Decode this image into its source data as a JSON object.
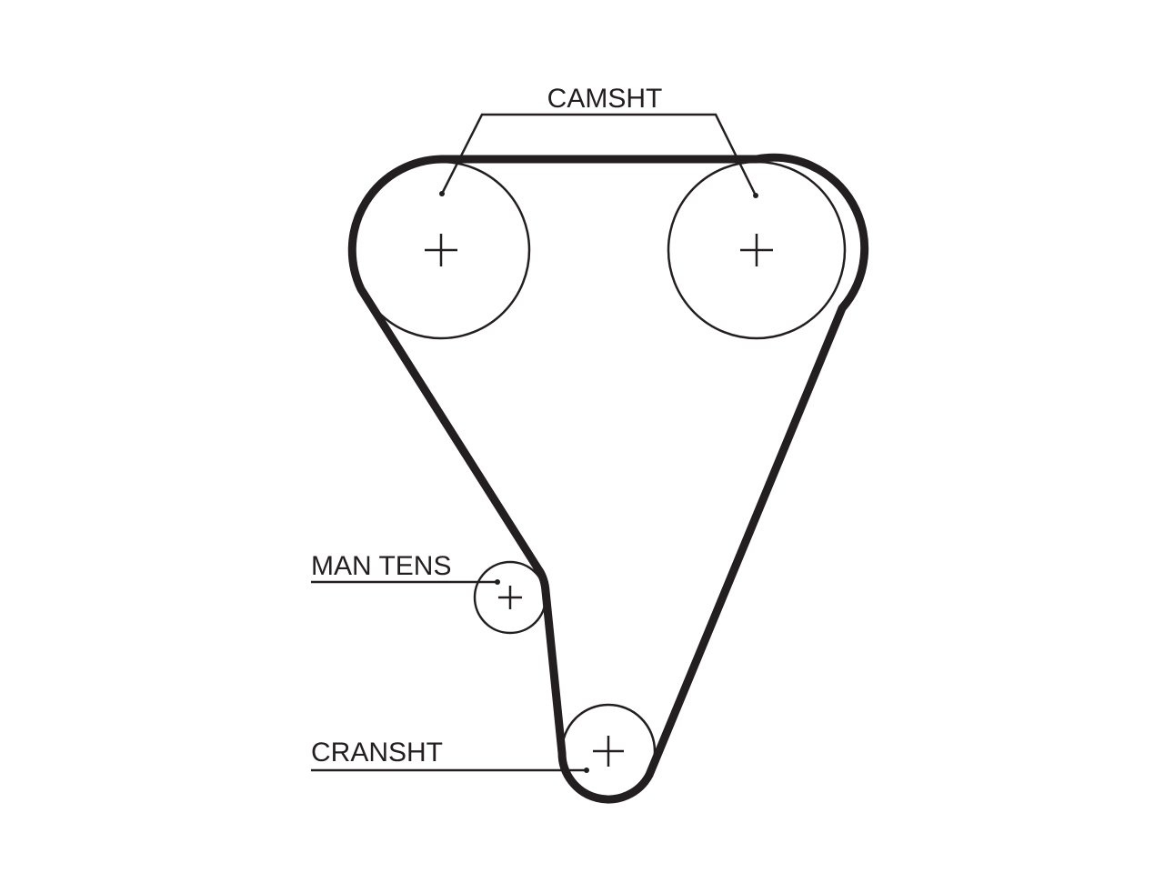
{
  "labels": {
    "camshaft": "CAMSHT",
    "manual_tensioner": "MAN TENS",
    "crankshaft": "CRANSHT"
  },
  "colors": {
    "line": "#231f20",
    "background": "#ffffff"
  }
}
